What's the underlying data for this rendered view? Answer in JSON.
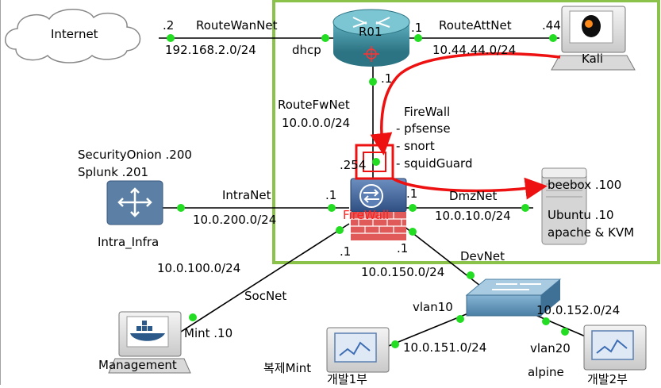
{
  "colors": {
    "highlight_box": "#8bc34a",
    "link_dot": "#22dd22",
    "arrow": "#ee1111",
    "router": "#3a8a9a",
    "firewall": "#3d5f93",
    "switch": "#5f93b8",
    "intra": "#5b7fa5"
  },
  "clouds": {
    "internet": "Internet"
  },
  "nodes": {
    "router": "R01",
    "firewall_icon_text": "FireWall",
    "intra_infra": "Intra_Infra",
    "kali": "Kali",
    "management": "Management",
    "mint_clone": "복제Mint",
    "dev1": "개발1부",
    "dev2": "개발2부",
    "alpine": "alpine"
  },
  "notes": {
    "firewall_stack": [
      "FireWall",
      "- pfsense",
      "- snort",
      "- squidGuard"
    ],
    "security_servers": [
      "SecurityOnion .200",
      "Splunk .201"
    ],
    "dmz_server": [
      "beebox .100",
      "Ubuntu .10",
      "apache & KVM"
    ]
  },
  "networks": {
    "route_wan": "RouteWanNet",
    "route_wan_cidr": "192.168.2.0/24",
    "route_wan_ip": ".2",
    "route_wan_dhcp": "dhcp",
    "route_att": "RouteAttNet",
    "route_att_cidr": "10.44.44.0/24",
    "route_att_r": ".1",
    "route_att_k": ".44",
    "route_fw": "RouteFwNet",
    "route_fw_cidr": "10.0.0.0/24",
    "route_fw_r": ".1",
    "route_fw_f": ".254",
    "intra": "IntraNet",
    "intra_cidr": "10.0.200.0/24",
    "intra_ip": ".1",
    "dmz": "DmzNet",
    "dmz_cidr": "10.0.10.0/24",
    "dmz_ip": ".1",
    "soc": "SocNet",
    "soc_cidr": "10.0.100.0/24",
    "soc_ip": ".1",
    "soc_mint": "Mint .10",
    "dev": "DevNet",
    "dev_cidr": "10.0.150.0/24",
    "dev_ip": ".1",
    "vlan10": "vlan10",
    "vlan10_cidr": "10.0.151.0/24",
    "vlan20": "vlan20",
    "vlan20_cidr": "10.0.152.0/24"
  }
}
